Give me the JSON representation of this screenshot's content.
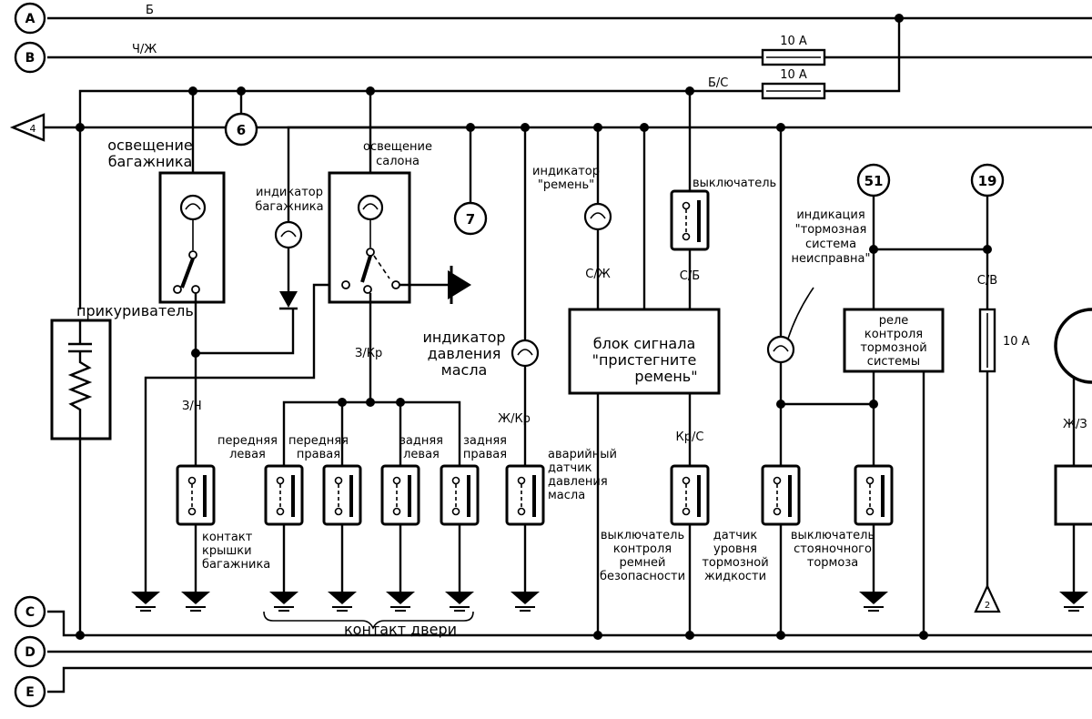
{
  "buses": [
    {
      "id": "A",
      "wire": "Б"
    },
    {
      "id": "B",
      "wire": "Ч/Ж"
    },
    {
      "id": "C"
    },
    {
      "id": "D"
    },
    {
      "id": "E"
    }
  ],
  "fuses": {
    "fuse1": "10 A",
    "fuse2": "10 A",
    "fuse3": "10 A"
  },
  "wire_labels": {
    "bs": "Б/С",
    "zch": "З/Ч",
    "zkr": "З/Кр",
    "zhkr": "Ж/Кр",
    "szh": "С/Ж",
    "sb": "С/Б",
    "krs": "Кр/С",
    "sv": "С/В",
    "zhz": "Ж/З"
  },
  "connectors": {
    "c6": "6",
    "c7": "7",
    "c51": "51",
    "c19": "19",
    "ref4": "4",
    "ref2": "2"
  },
  "components": {
    "trunk_light": [
      "освещение",
      "багажника"
    ],
    "trunk_indicator": [
      "индикатор",
      "багажника"
    ],
    "cabin_light": [
      "освещение",
      "салона"
    ],
    "belt_indicator": [
      "индикатор",
      "\"ремень\""
    ],
    "switch": "выключатель",
    "brake_indication": [
      "индикация",
      "\"тормозная",
      "система",
      "неисправна\""
    ],
    "lighter": "прикуриватель",
    "oil_indicator": [
      "индикатор",
      "давления",
      "масла"
    ],
    "belt_unit": [
      "блок сигнала",
      "\"пристегните",
      "ремень\""
    ],
    "brake_relay": [
      "реле",
      "контроля",
      "тормозной",
      "системы"
    ],
    "front_left": [
      "передняя",
      "левая"
    ],
    "front_right": [
      "передняя",
      "правая"
    ],
    "rear_left": [
      "задняя",
      "левая"
    ],
    "rear_right": [
      "задняя",
      "правая"
    ],
    "oil_sensor": [
      "аварийный",
      "датчик",
      "давления",
      "масла"
    ],
    "trunk_lid": [
      "контакт",
      "крышки",
      "багажника"
    ],
    "belt_switch": [
      "выключатель",
      "контроля",
      "ремней",
      "безопасности"
    ],
    "brake_fluid": [
      "датчик",
      "уровня",
      "тормозной",
      "жидкости"
    ],
    "parking_brake": [
      "выключатель",
      "стояночного",
      "тормоза"
    ],
    "door_contact": "контакт двери"
  }
}
